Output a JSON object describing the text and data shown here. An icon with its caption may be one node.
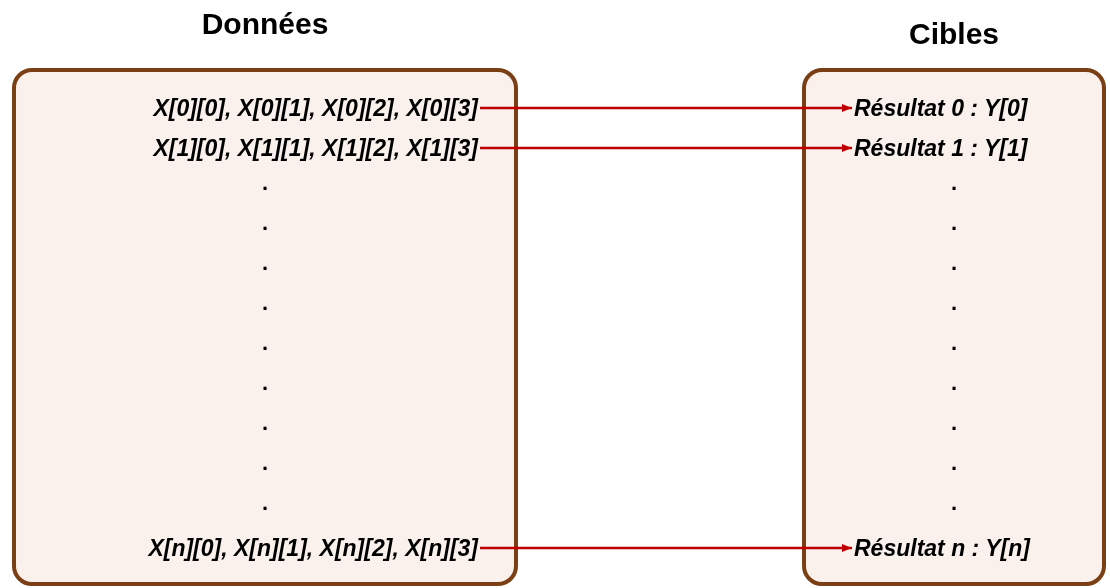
{
  "diagram": {
    "nodes": [
      {
        "text": [
          "Données",
          ".",
          ".",
          ".",
          ".",
          ".",
          ".",
          ".",
          ".",
          "."
        ]
      },
      {
        "text": [
          "Cibles",
          ".",
          ".",
          ".",
          ".",
          ".",
          ".",
          ".",
          ".",
          "."
        ]
      },
      {
        "text": [
          "X[0][0], X[0][1], X[0][2], X[0][3]"
        ],
        "in": 0
      },
      {
        "text": [
          "X[1][0], X[1][1], X[1][2], X[1][3]"
        ],
        "in": 0
      },
      {
        "text": [
          "X[n][0], X[n][1], X[n][2], X[n][3]"
        ],
        "in": 0
      },
      {
        "text": [
          "Résultat 0 : Y[0]"
        ],
        "in": 1
      },
      {
        "text": [
          "Résultat 1 : Y[1]"
        ],
        "in": 1
      },
      {
        "text": [
          "Résultat n : Y[n]"
        ],
        "in": 1
      }
    ],
    "edges": [
      {
        "from": 2,
        "to": 5,
        "arrow": "to"
      },
      {
        "from": 3,
        "to": 6,
        "arrow": "to"
      },
      {
        "from": 4,
        "to": 7,
        "arrow": "to"
      }
    ]
  }
}
